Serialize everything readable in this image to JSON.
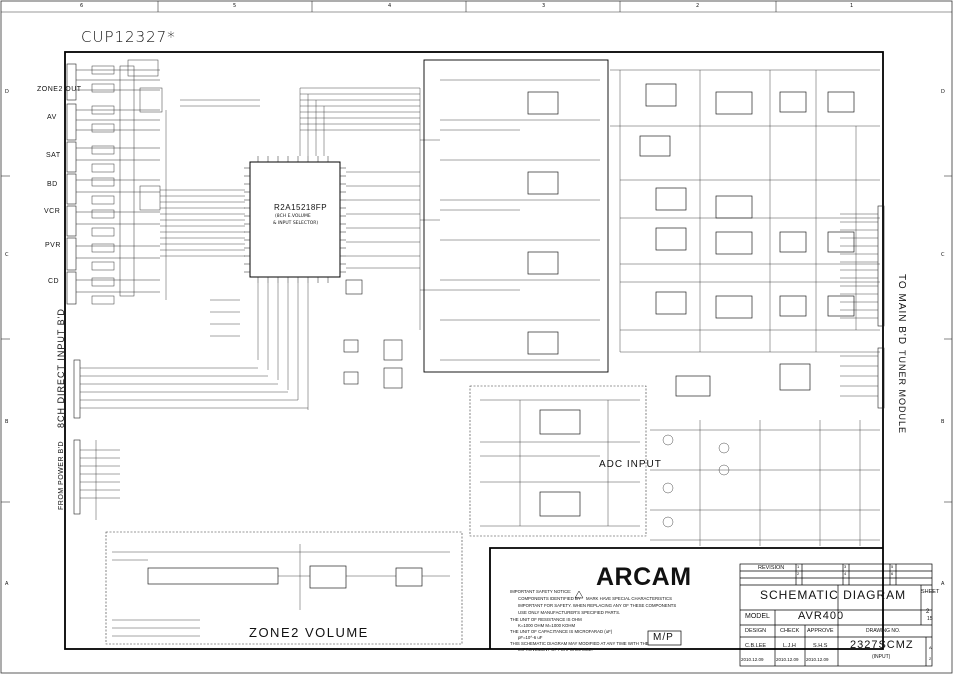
{
  "sheet": {
    "title": "CUP12327*",
    "column_markers": [
      "6",
      "5",
      "4",
      "3",
      "2",
      "1"
    ],
    "row_markers": [
      "D",
      "C",
      "B",
      "A"
    ]
  },
  "sections": {
    "left_inputs": [
      "ZONE2 OUT",
      "AV",
      "SAT",
      "BD",
      "VCR",
      "PVR",
      "CD"
    ],
    "direct_input": "8CH DIRECT INPUT B'D",
    "from_power": "FROM POWER B'D",
    "zone2_volume": "ZONE2 VOLUME",
    "adc_input": "ADC INPUT",
    "to_main": "TO MAIN B'D",
    "tuner_module": "TUNER MODULE"
  },
  "ic_main": {
    "part": "R2A15218FP",
    "line1": "(8CH E.VOLUME",
    "line2": "& INPUT SELECTOR)"
  },
  "notes": {
    "n1": "IMPORTANT SAFETY NOTICE:",
    "n2": "COMPONENTS IDENTIFIED BY",
    "n2b": "MARK HAVE SPECIAL CHARACTERISTICS",
    "n3": "IMPORTANT FOR SAFETY. WHEN REPLACING ANY OF THESE COMPONENTS",
    "n4": "USE ONLY MANUFACTURER'S SPECIFIED PARTS.",
    "n5": "THE UNIT OF RESISTANCE IS OHM",
    "n6": "K=1000 OHM    M=1000 KOHM",
    "n7": "THE UNIT OF CAPACITANCE IS MICROFARAD (uF)",
    "n8": "pF=10^-6 uF",
    "n9": "THIS SCHEMATIC DIAGRAM MAY MODIFIED AT ANY TIME WITH THE",
    "n10": "IMPROVEMENT OF PERFORMANCE."
  },
  "brand": "ARCAM",
  "mp_label": "M/P",
  "title_block": {
    "revision": "REVISION",
    "rev_letters": [
      "1",
      "2",
      "3",
      "4",
      "5",
      "6"
    ],
    "schematic": "SCHEMATIC DIAGRAM",
    "sheet": "SHEET",
    "model_label": "MODEL",
    "model": "AVR400",
    "sheet_num": "2",
    "sheet_total": "15",
    "design_label": "DESIGN",
    "check_label": "CHECK",
    "approve_label": "APPROVE",
    "drawing_label": "DRAWING NO.",
    "designer": "C.B.LEE",
    "checker": "L.J.H",
    "approver": "S.H.S",
    "drawing_no": "2327SCMZ",
    "sub": "(INPUT)",
    "date1": "2010.12.09",
    "date2": "2010.12.09",
    "date3": "2010.12.09",
    "page_ab": "A",
    "page_ab2": "2"
  }
}
